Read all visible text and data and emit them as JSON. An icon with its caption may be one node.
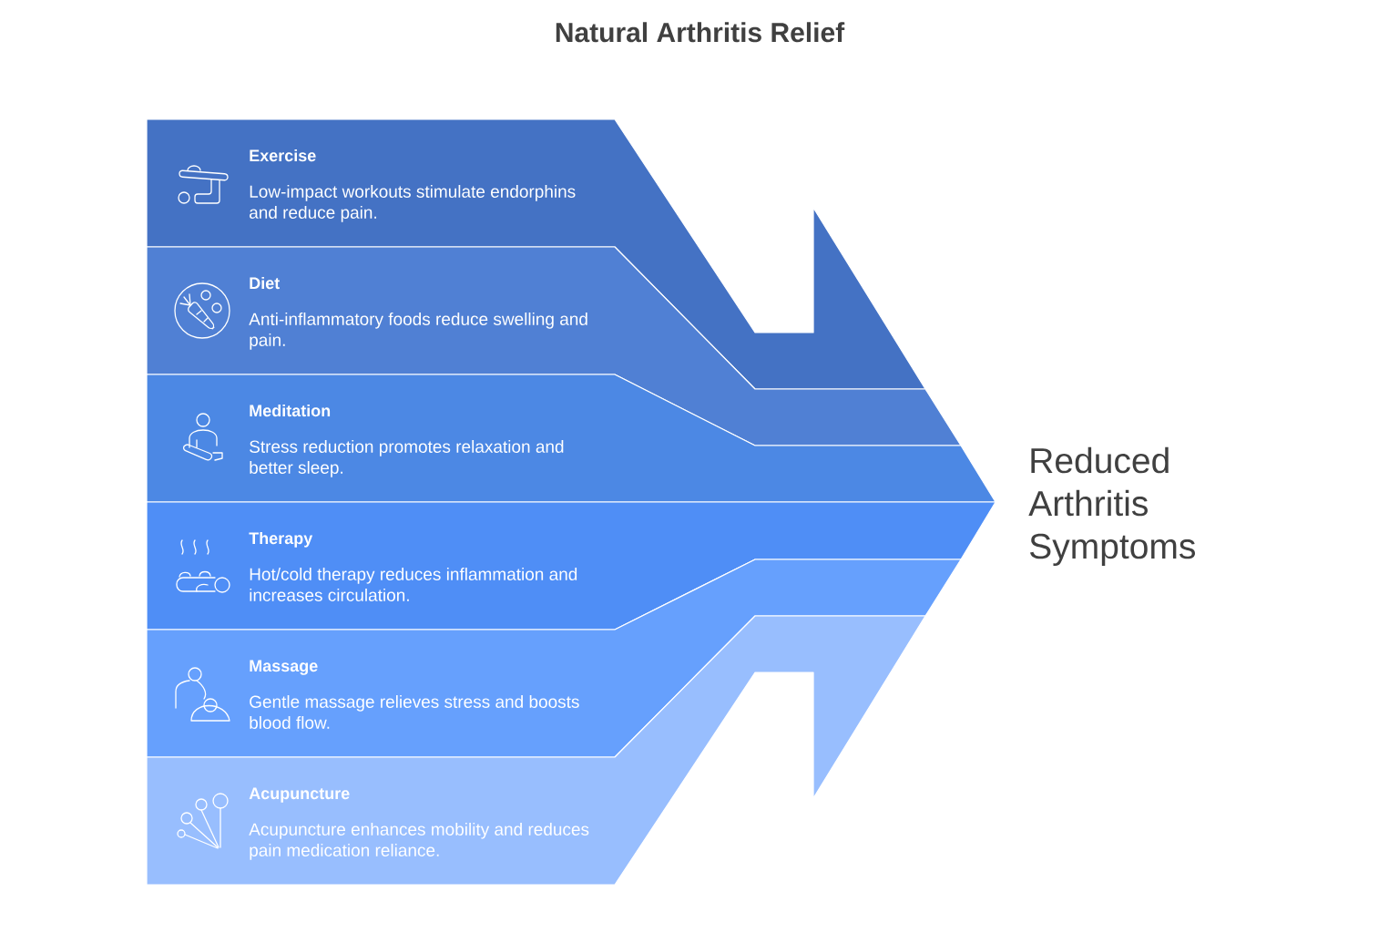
{
  "diagram": {
    "title": "Natural Arthritis Relief",
    "nodes": [
      {
        "text": [
          "Exercise",
          "Low-impact workouts stimulate endorphins and reduce pain."
        ]
      },
      {
        "text": [
          "Diet",
          "Anti-inflammatory foods reduce swelling and pain."
        ]
      },
      {
        "text": [
          "Meditation",
          "Stress reduction promotes relaxation and better sleep."
        ]
      },
      {
        "text": [
          "Therapy",
          "Hot/cold therapy reduces inflammation and increases circulation."
        ]
      },
      {
        "text": [
          "Massage",
          "Gentle massage relieves stress and boosts blood flow."
        ]
      },
      {
        "text": [
          "Acupuncture",
          "Acupuncture enhances mobility and reduces pain medication reliance."
        ]
      },
      {
        "text": [
          "Reduced Arthritis Symptoms"
        ]
      }
    ]
  }
}
